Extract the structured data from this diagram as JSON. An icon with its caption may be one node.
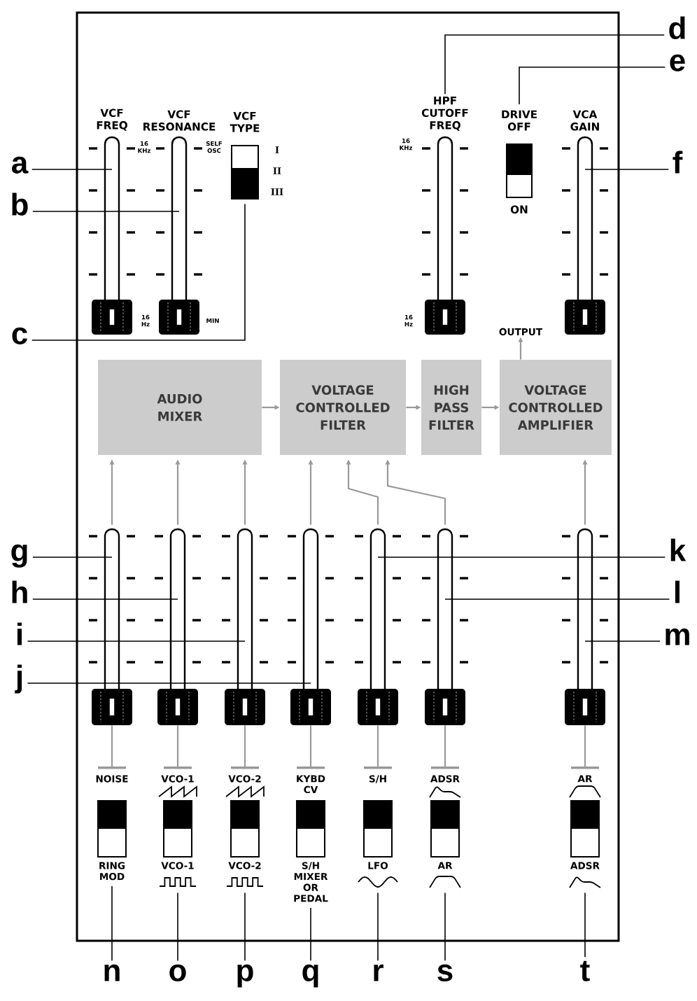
{
  "diagram": {
    "nodes": [
      {
        "text": [
          "a"
        ]
      },
      {
        "text": [
          "b"
        ]
      },
      {
        "text": [
          "c"
        ]
      },
      {
        "text": [
          "VCF FREQ"
        ]
      },
      {
        "text": [
          "VCF RESONANCE"
        ]
      },
      {
        "text": [
          "VCF TYPE"
        ],
        "beside": [
          "I",
          "II",
          "III"
        ]
      },
      {
        "text": [
          "d"
        ]
      },
      {
        "text": [
          "e"
        ]
      },
      {
        "text": [
          "HPF CUTOFF FREQ"
        ]
      },
      {
        "text": [
          "DRIVE OFF",
          "ON"
        ]
      },
      {
        "text": [
          "VCA GAIN"
        ]
      },
      {
        "text": [
          "f"
        ]
      },
      {
        "text": [
          "OUTPUT"
        ]
      },
      {
        "text": [
          "AUDIO MIXER"
        ]
      },
      {
        "text": [
          "VOLTAGE CONTROLLED FILTER"
        ]
      },
      {
        "text": [
          "HIGH PASS FILTER"
        ]
      },
      {
        "text": [
          "VOLTAGE CONTROLLED AMPLIFIER"
        ]
      },
      {
        "text": [
          "g"
        ]
      },
      {
        "text": [
          "h"
        ]
      },
      {
        "text": [
          "i"
        ]
      },
      {
        "text": [
          "j"
        ]
      },
      {
        "text": [],
        "shape": "slider"
      },
      {
        "text": [],
        "shape": "slider"
      },
      {
        "text": [],
        "shape": "slider"
      },
      {
        "text": [],
        "shape": "slider"
      },
      {
        "text": [],
        "shape": "slider"
      },
      {
        "text": [],
        "shape": "slider"
      },
      {
        "text": [],
        "shape": "slider"
      },
      {
        "text": [
          "k"
        ]
      },
      {
        "text": [
          "l"
        ]
      },
      {
        "text": [
          "m"
        ]
      },
      {
        "text": [
          "NOISE",
          "RING MOD"
        ]
      },
      {
        "text": [
          "VCO-1",
          "VCO-1"
        ]
      },
      {
        "text": [
          "VCO-2",
          "VCO-2"
        ]
      },
      {
        "text": [
          "KYBD CV",
          "S/H MIXER OR PEDAL"
        ]
      },
      {
        "text": [
          "S/H",
          "LFO"
        ]
      },
      {
        "text": [
          "ADSR",
          "AR"
        ]
      },
      {
        "text": [
          "AR",
          "ADSR"
        ]
      },
      {
        "text": [
          "n"
        ]
      },
      {
        "text": [
          "o"
        ]
      },
      {
        "text": [
          "p"
        ]
      },
      {
        "text": [
          "q"
        ]
      },
      {
        "text": [
          "r"
        ]
      },
      {
        "text": [
          "s"
        ]
      },
      {
        "text": [
          "t"
        ]
      }
    ],
    "edges": [
      {
        "from": 0,
        "to": 3,
        "arrow": "none"
      },
      {
        "from": 1,
        "to": 4,
        "arrow": "none"
      },
      {
        "from": 2,
        "to": 5,
        "arrow": "none"
      },
      {
        "from": 6,
        "to": 8,
        "arrow": "none"
      },
      {
        "from": 7,
        "to": 9,
        "arrow": "none"
      },
      {
        "from": 11,
        "to": 10,
        "arrow": "none"
      },
      {
        "from": 17,
        "to": 21,
        "arrow": "none"
      },
      {
        "from": 18,
        "to": 22,
        "arrow": "none"
      },
      {
        "from": 19,
        "to": 23,
        "arrow": "none"
      },
      {
        "from": 20,
        "to": 24,
        "arrow": "none"
      },
      {
        "from": 28,
        "to": 25,
        "arrow": "none"
      },
      {
        "from": 29,
        "to": 26,
        "arrow": "none"
      },
      {
        "from": 30,
        "to": 27,
        "arrow": "none"
      },
      {
        "from": 38,
        "to": 31,
        "arrow": "none"
      },
      {
        "from": 39,
        "to": 32,
        "arrow": "none"
      },
      {
        "from": 40,
        "to": 33,
        "arrow": "none"
      },
      {
        "from": 41,
        "to": 34,
        "arrow": "none"
      },
      {
        "from": 42,
        "to": 35,
        "arrow": "none"
      },
      {
        "from": 43,
        "to": 36,
        "arrow": "none"
      },
      {
        "from": 44,
        "to": 37,
        "arrow": "none"
      },
      {
        "from": 13,
        "to": 14,
        "arrow": "to",
        "color": "#999999"
      },
      {
        "from": 14,
        "to": 15,
        "arrow": "to",
        "color": "#999999"
      },
      {
        "from": 15,
        "to": 16,
        "arrow": "to",
        "color": "#999999"
      },
      {
        "from": 16,
        "to": 12,
        "arrow": "to",
        "color": "#999999"
      },
      {
        "from": 21,
        "to": 13,
        "arrow": "to",
        "color": "#999999"
      },
      {
        "from": 22,
        "to": 13,
        "arrow": "to",
        "color": "#999999"
      },
      {
        "from": 23,
        "to": 13,
        "arrow": "to",
        "color": "#999999"
      },
      {
        "from": 24,
        "to": 14,
        "arrow": "to",
        "color": "#999999"
      },
      {
        "from": 25,
        "to": 14,
        "arrow": "to",
        "color": "#999999"
      },
      {
        "from": 26,
        "to": 14,
        "arrow": "to",
        "color": "#999999"
      },
      {
        "from": 27,
        "to": 16,
        "arrow": "to",
        "color": "#999999"
      },
      {
        "from": 21,
        "to": 31,
        "arrow": "other",
        "color": "#999999"
      },
      {
        "from": 22,
        "to": 32,
        "arrow": "other",
        "color": "#999999"
      },
      {
        "from": 23,
        "to": 33,
        "arrow": "other",
        "color": "#999999"
      },
      {
        "from": 24,
        "to": 34,
        "arrow": "other",
        "color": "#999999"
      },
      {
        "from": 25,
        "to": 35,
        "arrow": "other",
        "color": "#999999"
      },
      {
        "from": 26,
        "to": 36,
        "arrow": "other",
        "color": "#999999"
      },
      {
        "from": 27,
        "to": 37,
        "arrow": "other",
        "color": "#999999"
      }
    ],
    "labels": [
      "16 KHz",
      "SELF OSC",
      "16 KHz",
      "16 Hz",
      "MIN",
      "16 Hz"
    ]
  }
}
